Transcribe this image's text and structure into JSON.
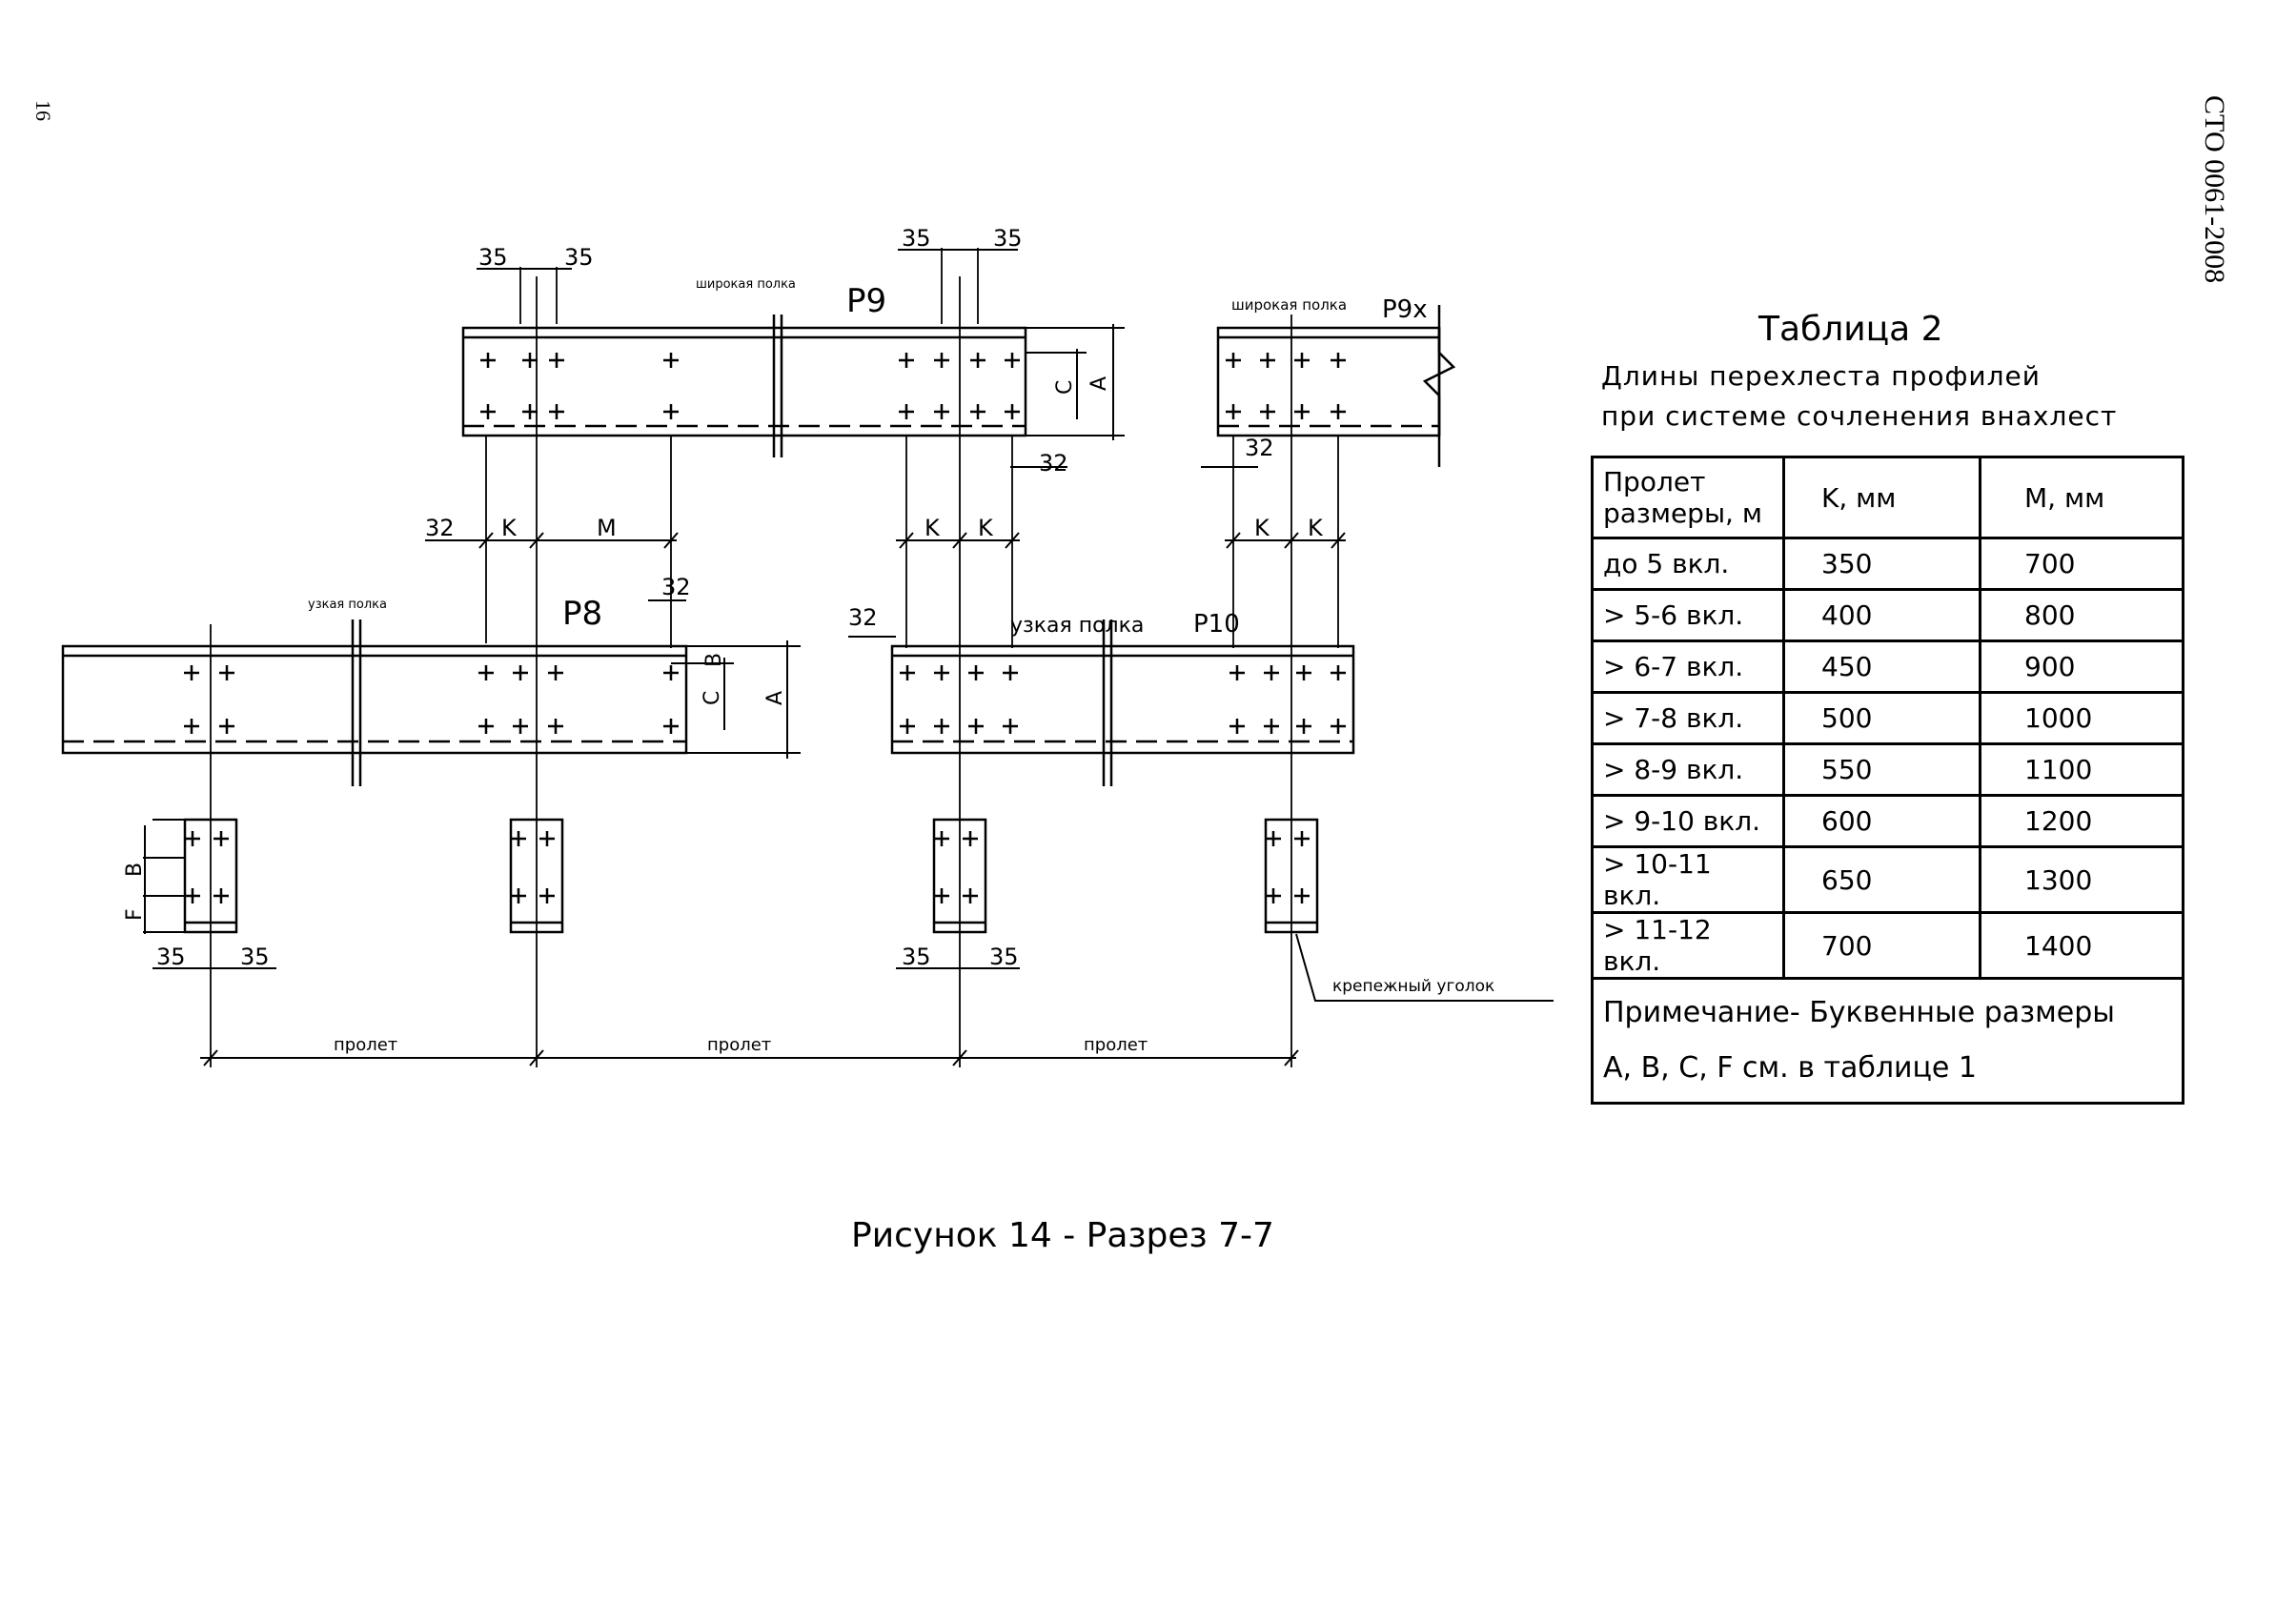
{
  "page": {
    "number": "16",
    "doc_code": "СТО 0061-2008"
  },
  "drawing": {
    "profiles": {
      "p8": "P8",
      "p9": "P9",
      "p9x": "P9x",
      "p10": "P10"
    },
    "flange_labels": {
      "wide": "широкая полка",
      "narrow": "узкая полка",
      "narrow_left": "узкая полка"
    },
    "bracket_label": "крепежный уголок",
    "span_label": "пролет",
    "dims": {
      "d35": "35",
      "d32": "32",
      "k": "K",
      "m": "M",
      "a": "A",
      "b": "B",
      "c": "C",
      "f": "F"
    }
  },
  "table": {
    "title": "Таблица 2",
    "subtitle_1": "Длины перехлеста профилей",
    "subtitle_2": "при системе сочленения внахлест",
    "headers": [
      "Пролет размеры, м",
      "K, мм",
      "M, мм"
    ],
    "rows": [
      [
        "до 5 вкл.",
        "350",
        "700"
      ],
      [
        "> 5-6 вкл.",
        "400",
        "800"
      ],
      [
        "> 6-7 вкл.",
        "450",
        "900"
      ],
      [
        "> 7-8 вкл.",
        "500",
        "1000"
      ],
      [
        "> 8-9 вкл.",
        "550",
        "1100"
      ],
      [
        "> 9-10 вкл.",
        "600",
        "1200"
      ],
      [
        "> 10-11 вкл.",
        "650",
        "1300"
      ],
      [
        "> 11-12 вкл.",
        "700",
        "1400"
      ]
    ],
    "note_1": "Примечание- Буквенные размеры",
    "note_2": "A, B, C, F см.   в таблице 1"
  },
  "caption": "Рисунок 14 - Разрез 7-7"
}
